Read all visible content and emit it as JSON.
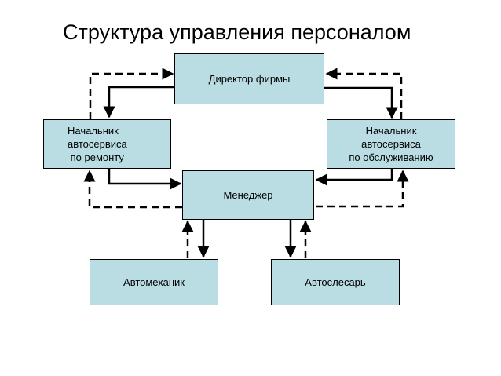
{
  "title": "Структура управления персоналом",
  "nodes": {
    "director": "Директор фирмы",
    "chief_repair": "Начальник\nавтосервиса\n по ремонту",
    "chief_service": "Начальник\nавтосервиса\nпо обслуживанию",
    "manager": "Менеджер",
    "mechanic": "Автомеханик",
    "locksmith": "Автослесарь"
  },
  "colors": {
    "box_fill": "#b9dde3",
    "line": "#000000"
  }
}
